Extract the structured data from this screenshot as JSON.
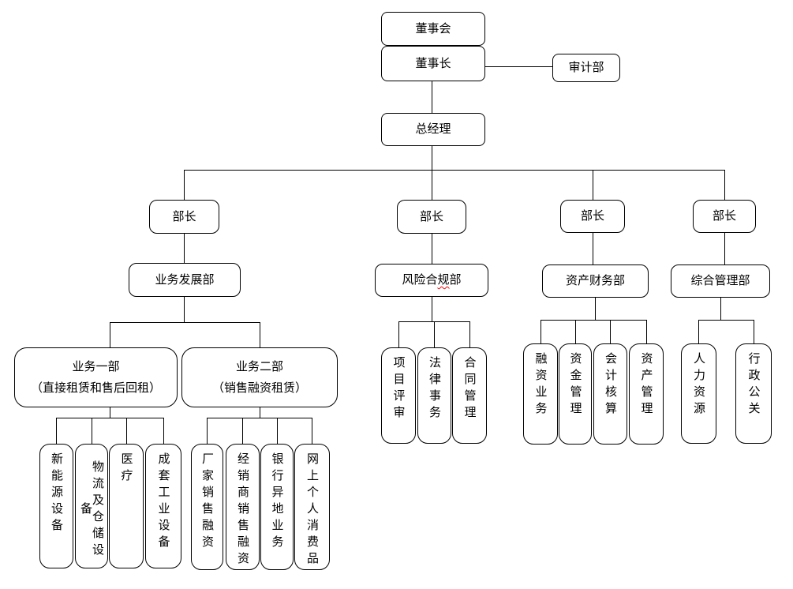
{
  "colors": {
    "background": "#ffffff",
    "box_border": "#000000",
    "connector_line": "#000000",
    "text": "#000000",
    "spellcheck_underline": "#ff0000"
  },
  "nodes": {
    "board": {
      "label": "董事会"
    },
    "chairman": {
      "label": "董事长"
    },
    "audit_dept": {
      "label": "审计部"
    },
    "general_manager": {
      "label": "总经理"
    },
    "minister_1": {
      "label": "部长"
    },
    "minister_2": {
      "label": "部长"
    },
    "minister_3": {
      "label": "部长"
    },
    "minister_4": {
      "label": "部长"
    },
    "business_dev_dept": {
      "label": "业务发展部"
    },
    "risk_compliance_dept": {
      "prefix": "风险合",
      "misspelled": "规",
      "suffix": "部",
      "label": "风险合规部"
    },
    "asset_finance_dept": {
      "label": "资产财务部"
    },
    "general_mgmt_dept": {
      "label": "综合管理部"
    },
    "business_div_1": {
      "title": "业务一部",
      "subtitle": "（直接租赁和售后回租）"
    },
    "business_div_2": {
      "title": "业务二部",
      "subtitle": "（销售融资租赁）"
    },
    "new_energy_equipment": {
      "label": "新能源设备"
    },
    "logistics_warehousing_equipment": {
      "label": "物流及仓储设备"
    },
    "medical": {
      "label": "医疗"
    },
    "complete_industrial_equipment": {
      "label": "成套工业设备"
    },
    "manufacturer_sales_financing": {
      "label": "厂家销售融资"
    },
    "dealer_sales_financing": {
      "label": "经销商销售融资"
    },
    "bank_remote_business": {
      "label": "银行异地业务"
    },
    "online_personal_consumer_goods": {
      "label": "网上个人消费品"
    },
    "project_review": {
      "label": "项目评审"
    },
    "legal_affairs": {
      "label": "法律事务"
    },
    "contract_management": {
      "label": "合同管理"
    },
    "financing_business": {
      "label": "融资业务"
    },
    "funds_management": {
      "label": "资金管理"
    },
    "accounting": {
      "label": "会计核算"
    },
    "asset_management": {
      "label": "资产管理"
    },
    "human_resources": {
      "label": "人力资源"
    },
    "admin_public_relations": {
      "label": "行政公关"
    }
  },
  "structure": {
    "board": [
      "chairman"
    ],
    "chairman": [
      "audit_dept",
      "general_manager"
    ],
    "general_manager": [
      "minister_1",
      "minister_2",
      "minister_3",
      "minister_4"
    ],
    "minister_1": [
      "business_dev_dept"
    ],
    "minister_2": [
      "risk_compliance_dept"
    ],
    "minister_3": [
      "asset_finance_dept"
    ],
    "minister_4": [
      "general_mgmt_dept"
    ],
    "business_dev_dept": [
      "business_div_1",
      "business_div_2"
    ],
    "business_div_1": [
      "new_energy_equipment",
      "logistics_warehousing_equipment",
      "medical",
      "complete_industrial_equipment"
    ],
    "business_div_2": [
      "manufacturer_sales_financing",
      "dealer_sales_financing",
      "bank_remote_business",
      "online_personal_consumer_goods"
    ],
    "risk_compliance_dept": [
      "project_review",
      "legal_affairs",
      "contract_management"
    ],
    "asset_finance_dept": [
      "financing_business",
      "funds_management",
      "accounting",
      "asset_management"
    ],
    "general_mgmt_dept": [
      "human_resources",
      "admin_public_relations"
    ]
  }
}
